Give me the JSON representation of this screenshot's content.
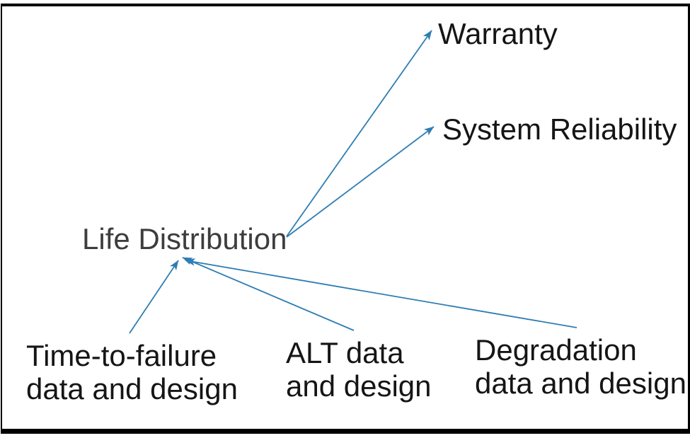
{
  "diagram": {
    "type": "flow",
    "center": {
      "id": "life-distribution",
      "label": "Life Distribution"
    },
    "outputs": [
      {
        "id": "warranty",
        "label": "Warranty"
      },
      {
        "id": "system-reliability",
        "label": "System Reliability"
      }
    ],
    "inputs": [
      {
        "id": "time-to-failure",
        "label": "Time-to-failure\ndata and design"
      },
      {
        "id": "alt-data",
        "label": "ALT data\nand design"
      },
      {
        "id": "degradation",
        "label": "Degradation\ndata and design"
      }
    ],
    "edges": [
      {
        "from": "life-distribution",
        "to": "warranty"
      },
      {
        "from": "life-distribution",
        "to": "system-reliability"
      },
      {
        "from": "time-to-failure",
        "to": "life-distribution"
      },
      {
        "from": "alt-data",
        "to": "life-distribution"
      },
      {
        "from": "degradation",
        "to": "life-distribution"
      }
    ]
  },
  "colors": {
    "arrow": "#2e7db3",
    "label_text": "#151515",
    "center_label_text": "#3d3d3d",
    "border": "#000000",
    "background": "#ffffff"
  }
}
